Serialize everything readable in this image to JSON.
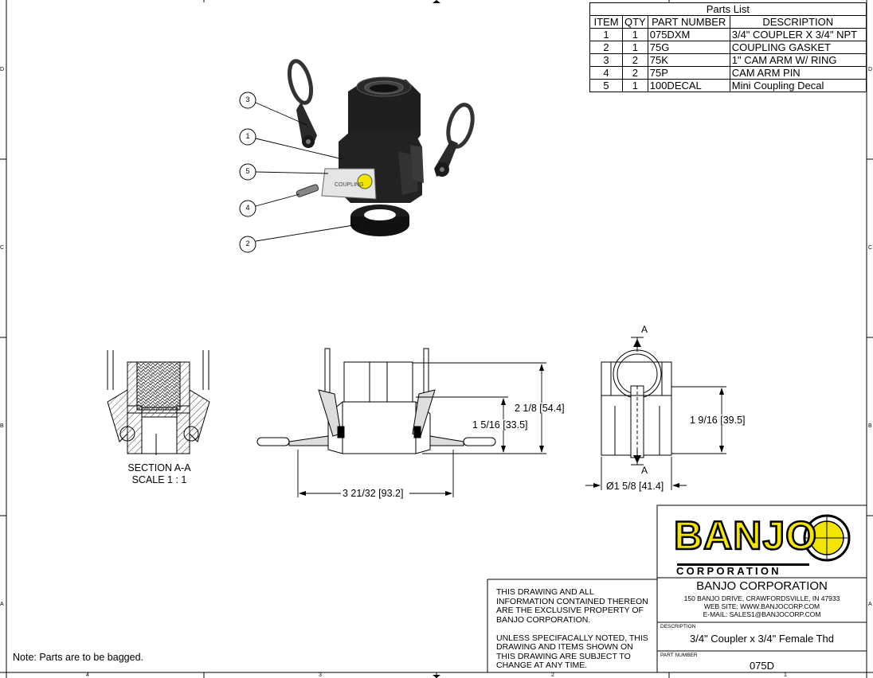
{
  "parts_list": {
    "title": "Parts List",
    "headers": [
      "ITEM",
      "QTY",
      "PART NUMBER",
      "DESCRIPTION"
    ],
    "rows": [
      {
        "item": "1",
        "qty": "1",
        "part_number": "075DXM",
        "description": "3/4\" COUPLER X 3/4\" NPT"
      },
      {
        "item": "2",
        "qty": "1",
        "part_number": "75G",
        "description": "COUPLING GASKET"
      },
      {
        "item": "3",
        "qty": "2",
        "part_number": "75K",
        "description": "1\" CAM ARM W/ RING"
      },
      {
        "item": "4",
        "qty": "2",
        "part_number": "75P",
        "description": "CAM ARM PIN"
      },
      {
        "item": "5",
        "qty": "1",
        "part_number": "100DECAL",
        "description": "Mini Coupling Decal"
      }
    ]
  },
  "balloons": [
    "3",
    "1",
    "5",
    "4",
    "2"
  ],
  "views": {
    "section_label": "SECTION A-A",
    "section_scale": "SCALE 1 : 1",
    "section_marker": "A"
  },
  "dimensions": {
    "height_total": "2 1/8 [54.4]",
    "height_body": "1 5/16 [33.5]",
    "width_arms": "3 21/32 [93.2]",
    "height_side": "1 9/16 [39.5]",
    "diameter": "Ø1 5/8 [41.4]"
  },
  "border_marks": {
    "left": [
      "D",
      "C",
      "B",
      "A"
    ],
    "right": [
      "D",
      "C",
      "B",
      "A"
    ],
    "bottom": [
      "4",
      "3",
      "2",
      "1"
    ]
  },
  "note": "Note: Parts are to be bagged.",
  "proprietary": {
    "line1": "THIS DRAWING AND ALL",
    "line2": "INFORMATION CONTAINED THEREON",
    "line3": "ARE THE EXCLUSIVE PROPERTY OF",
    "line4": "BANJO CORPORATION.",
    "line5": "UNLESS SPECIFACALLY NOTED, THIS",
    "line6": "DRAWING AND ITEMS SHOWN ON",
    "line7": "THIS DRAWING ARE SUBJECT TO",
    "line8": "CHANGE AT ANY TIME."
  },
  "company": {
    "logo_text": "BANJO",
    "logo_sub": "CORPORATION",
    "name": "BANJO CORPORATION",
    "address": "150 BANJO DRIVE, CRAWFORDSVILLE, IN 47933",
    "web": "WEB SITE: WWW.BANJOCORP.COM",
    "email": "E-MAIL: SALES1@BANJOCORP.COM"
  },
  "title_block": {
    "description_label": "DESCRIPTION",
    "description": "3/4\" Coupler x 3/4\" Female Thd",
    "part_number_label": "PART NUMBER",
    "part_number": "075D"
  },
  "colors": {
    "logo_yellow": "#f2e600",
    "line": "#000000",
    "part_dark": "#1c1c1c"
  }
}
